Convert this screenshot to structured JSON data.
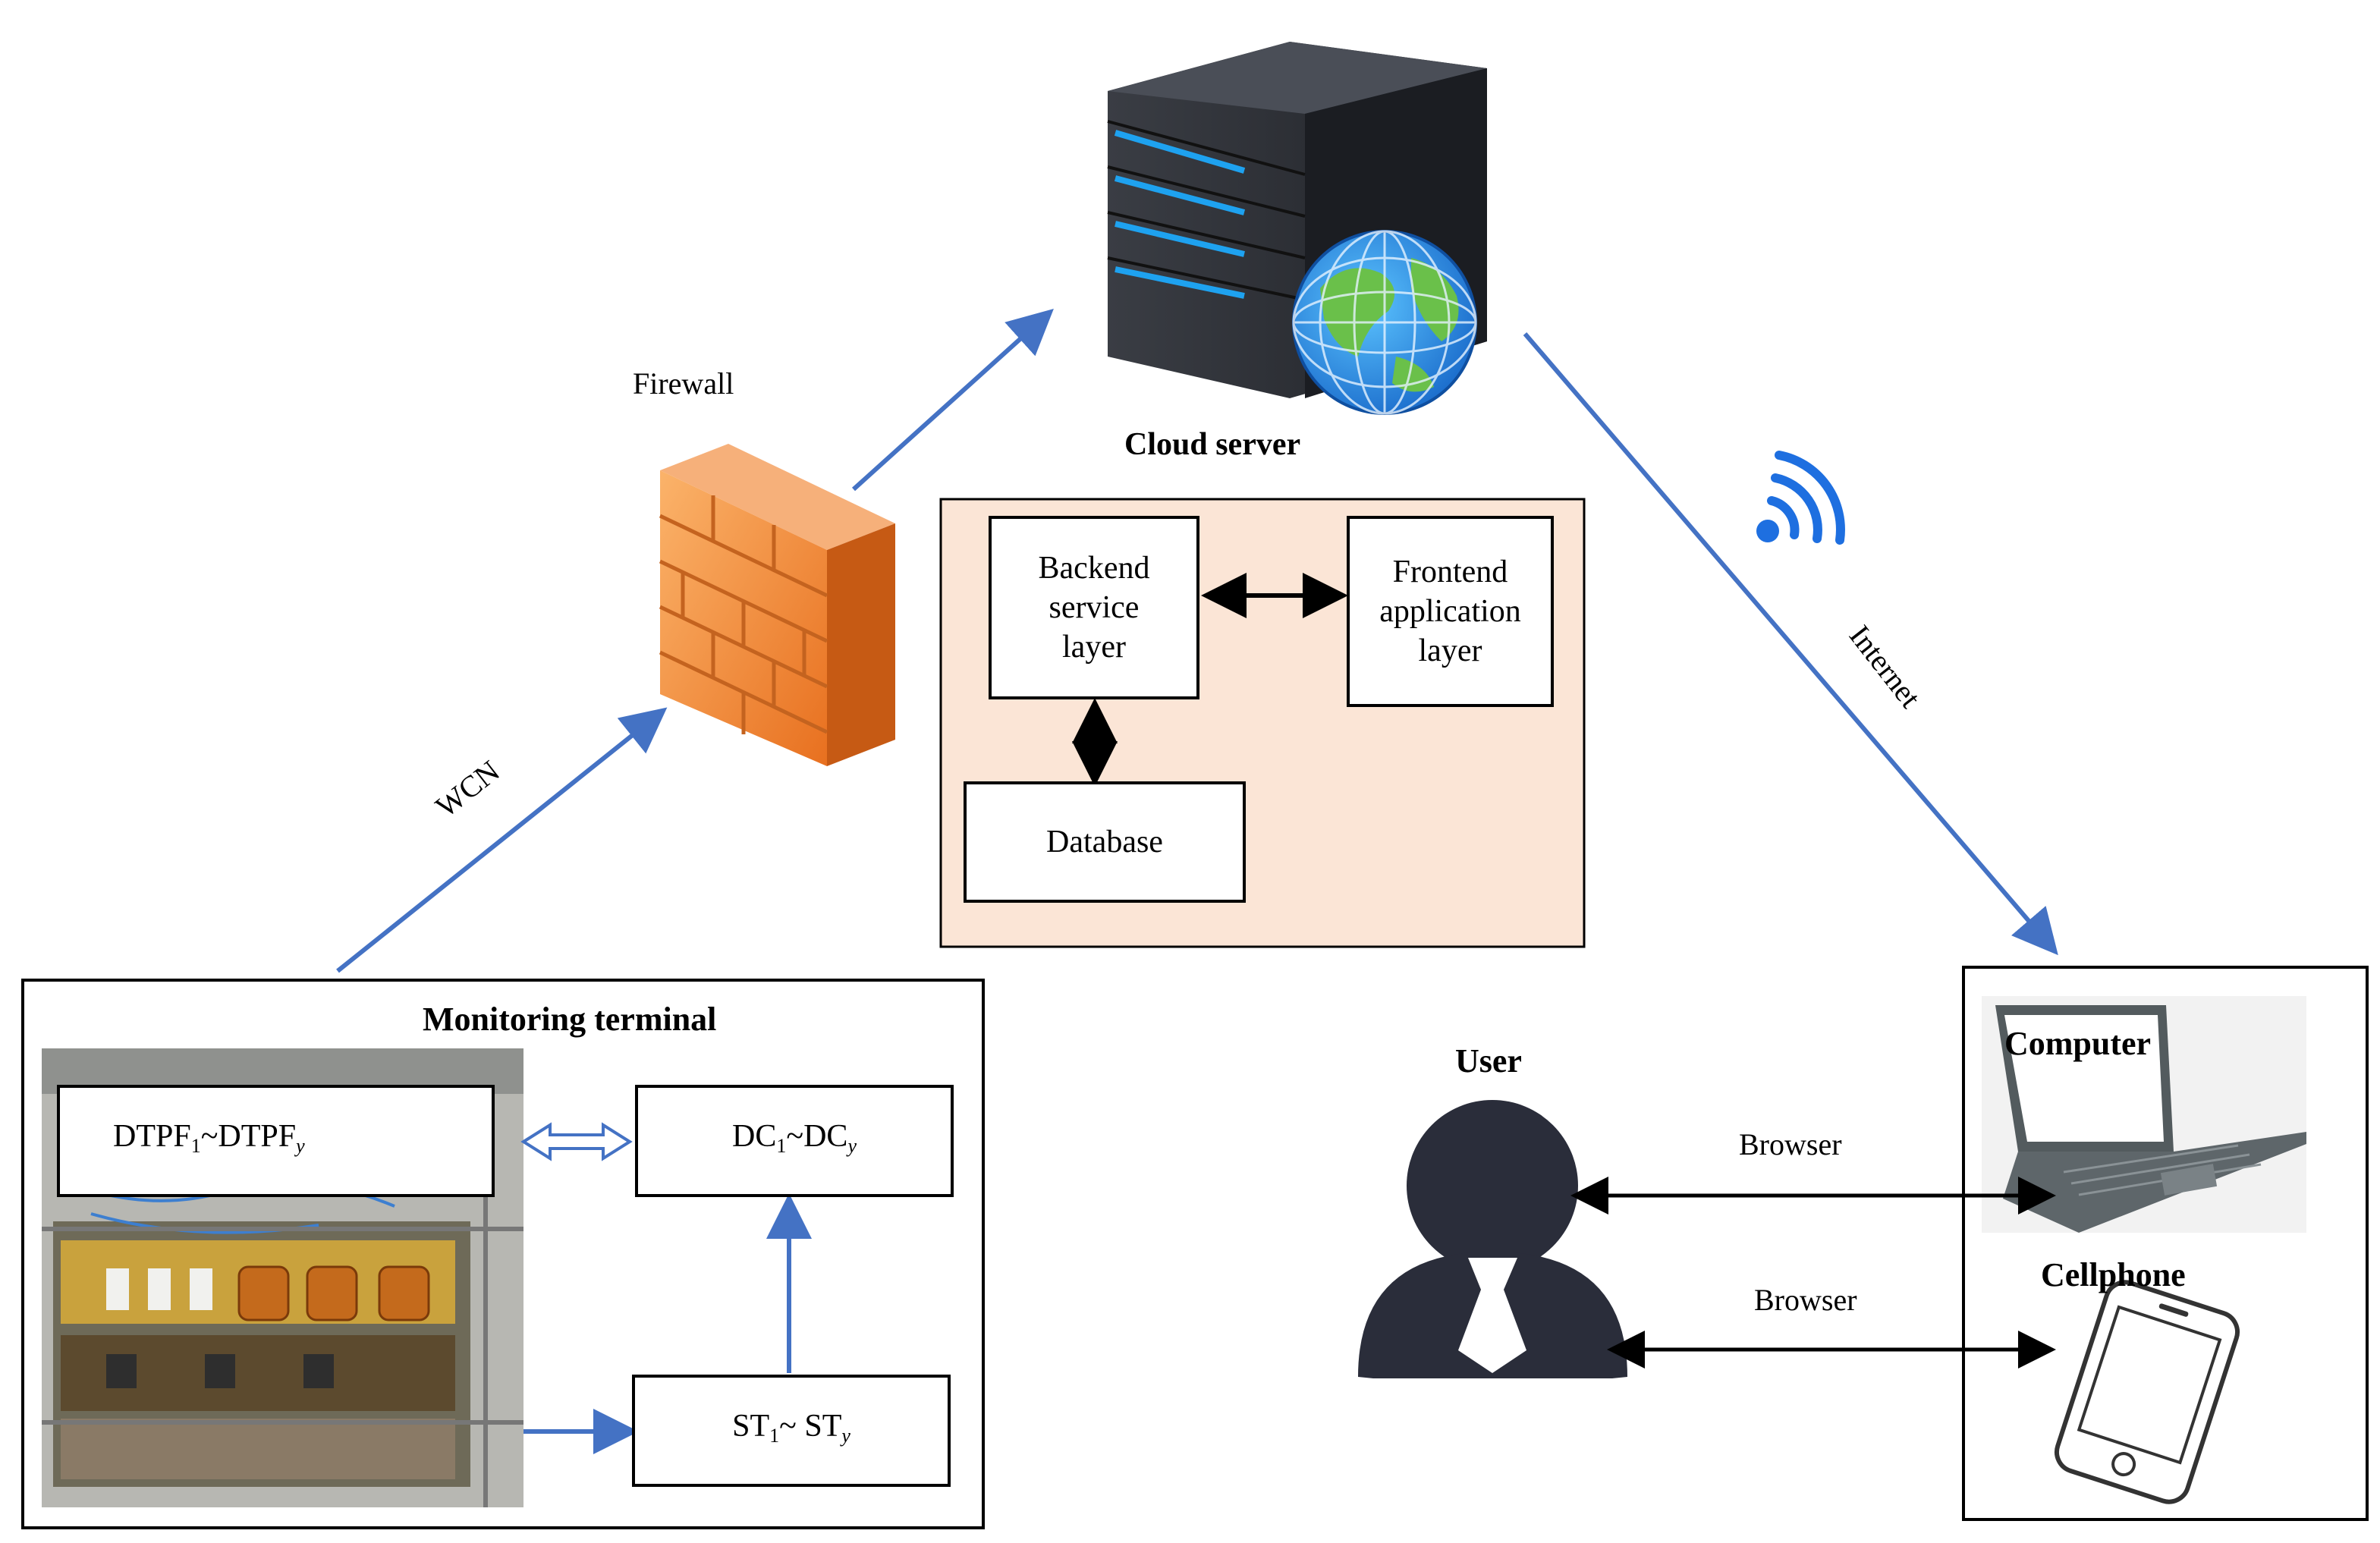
{
  "cloud": {
    "title": "Cloud server",
    "backend": [
      "Backend",
      "service",
      "layer"
    ],
    "frontend": [
      "Frontend",
      "application",
      "layer"
    ],
    "database": "Database"
  },
  "firewall": {
    "label": "Firewall"
  },
  "links": {
    "wcn": "WCN",
    "internet": "Internet",
    "browser_1": "Browser",
    "browser_2": "Browser"
  },
  "terminal": {
    "title": "Monitoring terminal",
    "dtpf": {
      "base": "DTPF",
      "sub1": "1",
      "mid": "~DTPF",
      "sub2": "y"
    },
    "dc": {
      "base": "DC",
      "sub1": "1",
      "mid": "~DC",
      "sub2": "y"
    },
    "st": {
      "base": "ST",
      "sub1": "1",
      "mid": "~ ST",
      "sub2": "y"
    }
  },
  "user": {
    "label": "User"
  },
  "devices": {
    "computer": "Computer",
    "cellphone": "Cellphone"
  },
  "colors": {
    "arrow_blue": "#4472C4",
    "cloud_panel": "#FBE5D6",
    "server_dark": "#2B2E35",
    "server_led": "#1EA2F0",
    "firewall_orange": "#F08A3A"
  }
}
